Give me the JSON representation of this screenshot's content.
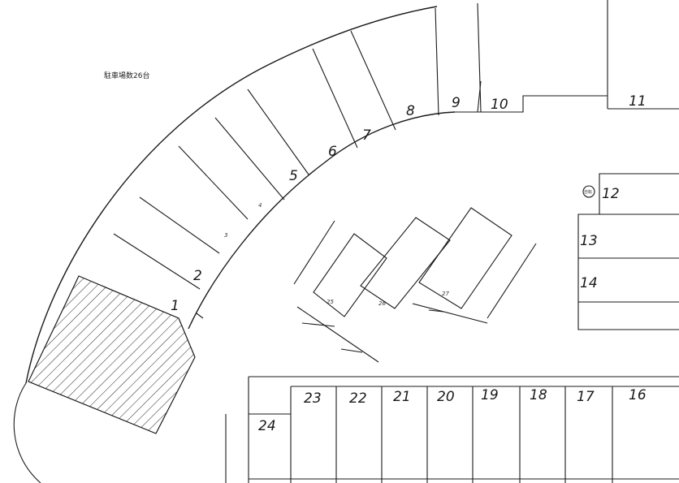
{
  "title": "駐車場数26台",
  "mark": "自転",
  "stalls": {
    "s1": "1",
    "s2": "2",
    "s3": "3",
    "s4": "4",
    "s5": "5",
    "s6": "6",
    "s7": "7",
    "s8": "8",
    "s9": "9",
    "s10": "10",
    "s11": "11",
    "s12": "12",
    "s13": "13",
    "s14": "14",
    "s16": "16",
    "s17": "17",
    "s18": "18",
    "s19": "19",
    "s20": "20",
    "s21": "21",
    "s22": "22",
    "s23": "23",
    "s24": "24",
    "s25": "25",
    "s26": "26",
    "s27": "27"
  }
}
